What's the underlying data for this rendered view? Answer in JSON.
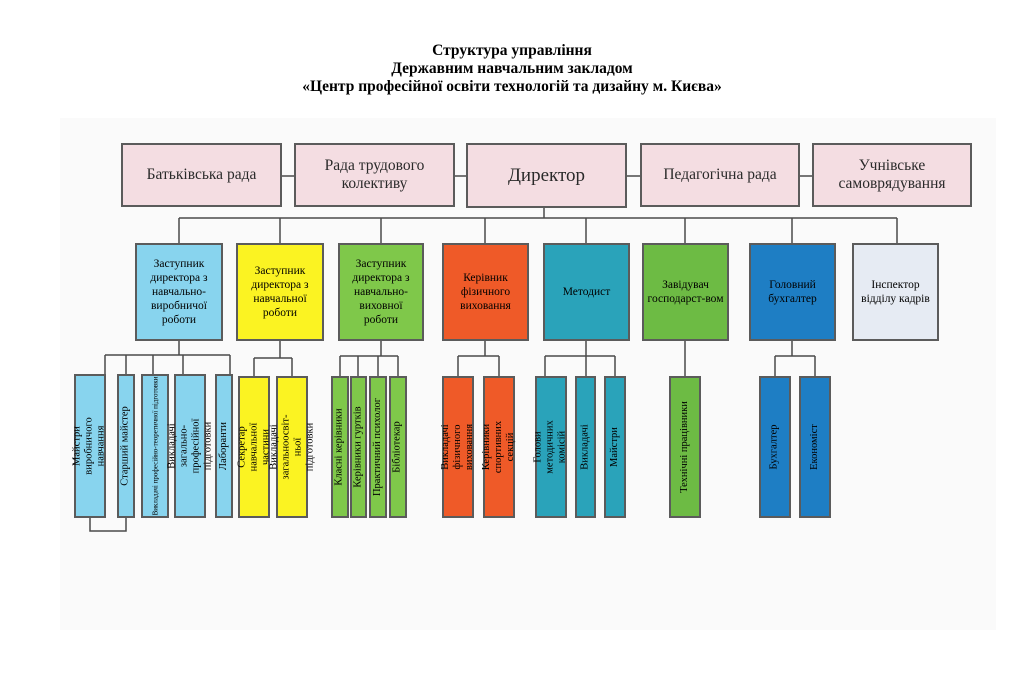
{
  "title": {
    "line1": "Структура управління",
    "line2": "Державним навчальним закладом",
    "line3": "«Центр професійної освіти технологій та дизайну м. Києва»"
  },
  "top": {
    "parents_council": "Батьківська рада",
    "staff_council": "Рада трудового колективу",
    "director": "Директор",
    "pedagogical_council": "Педагогічна рада",
    "student_self_government": "Учнівське самоврядування"
  },
  "units": [
    {
      "label": "Заступник директора з навчально-виробничої роботи",
      "color": "#88d4ee",
      "subs": [
        "Майстри виробничого навчання",
        "Старший майстер",
        "Викладачі професійно-теоретичної підготовки",
        "Викладачі загально-професійної підготовки",
        "Лаборанти"
      ]
    },
    {
      "label": "Заступник директора з навчальної роботи",
      "color": "#fbf322",
      "subs": [
        "Секретар навчальної частини",
        "Викладачі загальноосвіт-ньої підготовки"
      ]
    },
    {
      "label": "Заступник директора з навчально-виховної роботи",
      "color": "#7fc84a",
      "subs": [
        "Класні керівники",
        "Керівники гуртків",
        "Практичний психолог",
        "Бібліотекар"
      ]
    },
    {
      "label": "Керівник фізичного виховання",
      "color": "#ef5a28",
      "subs": [
        "Викладачі фізичного виховання",
        "Керівники спортивних секцій"
      ]
    },
    {
      "label": "Методист",
      "color": "#2aa3ba",
      "subs": [
        "Голови методичних комісій",
        "Викладачі",
        "Майстри"
      ]
    },
    {
      "label": "Завідувач господарст-вом",
      "color": "#6dbb44",
      "subs": [
        "Технічні працівники"
      ]
    },
    {
      "label": "Головний бухгалтер",
      "color": "#1e7ec4",
      "subs": [
        "Бухгалтер",
        "Економіст"
      ]
    },
    {
      "label": "Інспектор відділу кадрів",
      "color": "#e6ebf3",
      "subs": []
    }
  ]
}
